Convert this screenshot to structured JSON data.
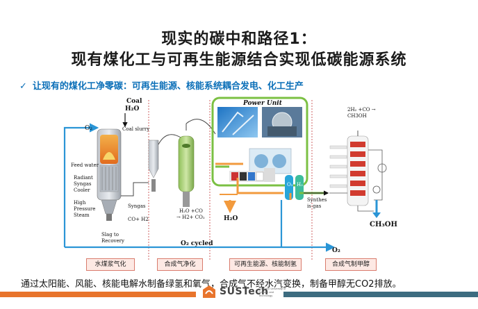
{
  "slide": {
    "title_line1": "现实的碳中和路径1：",
    "title_line2": "现有煤化工与可再生能源结合实现低碳能源系统",
    "subtitle": "让现有的煤化工净零碳：可再生能源、核能系统耦合发电、化工生产",
    "bottom_text": "通过太阳能、风能、核能电解水制备绿氢和氧气，合成气不经水汽变换，制备甲醇无CO2排放。"
  },
  "diagram": {
    "labels": {
      "coal": "Coal",
      "h2o_top": "H₂O",
      "coal_slurry": "Coal slurry",
      "o2_left": "O₂",
      "feed_water": "Feed water",
      "radiant_syngas_cooler": "Radiant Syngas Cooler",
      "high_pressure_steam": "High Pressure Steam",
      "syngas": "Syngas",
      "co_h2_left": "CO+  H2",
      "slag_recovery": "Slag to Recovery",
      "h2o_co_mid": "H₂O +CO",
      "h2_co2": "→ H2+ CO₂",
      "power_unit": "Power Unit",
      "h2o_bottom": "H₂O",
      "o2_cycled": "O₂ cycled",
      "o2_right": "O₂",
      "o2_elec": "O₂",
      "h2_elec": "H₂",
      "synthesis_gas": "Synthes is gas",
      "reaction": "2H₂ +CO → CH3OH",
      "ch3oh": "CH₃OH"
    },
    "stages": [
      "水煤浆气化",
      "合成气净化",
      "可再生能源、核能制氢",
      "合成气制甲醇"
    ]
  },
  "footer": {
    "logo_text": "SUSTech",
    "logo_small": "Southern University of Science and Technology"
  },
  "colors": {
    "blue_line": "#2a95d6",
    "green_box": "#7bc043",
    "orange_pipe": "#f29a3d",
    "stage_border": "#d97b6c",
    "stage_bg": "#fde9e4",
    "footer_orange": "#e8742c",
    "footer_teal": "#3d6c80"
  }
}
